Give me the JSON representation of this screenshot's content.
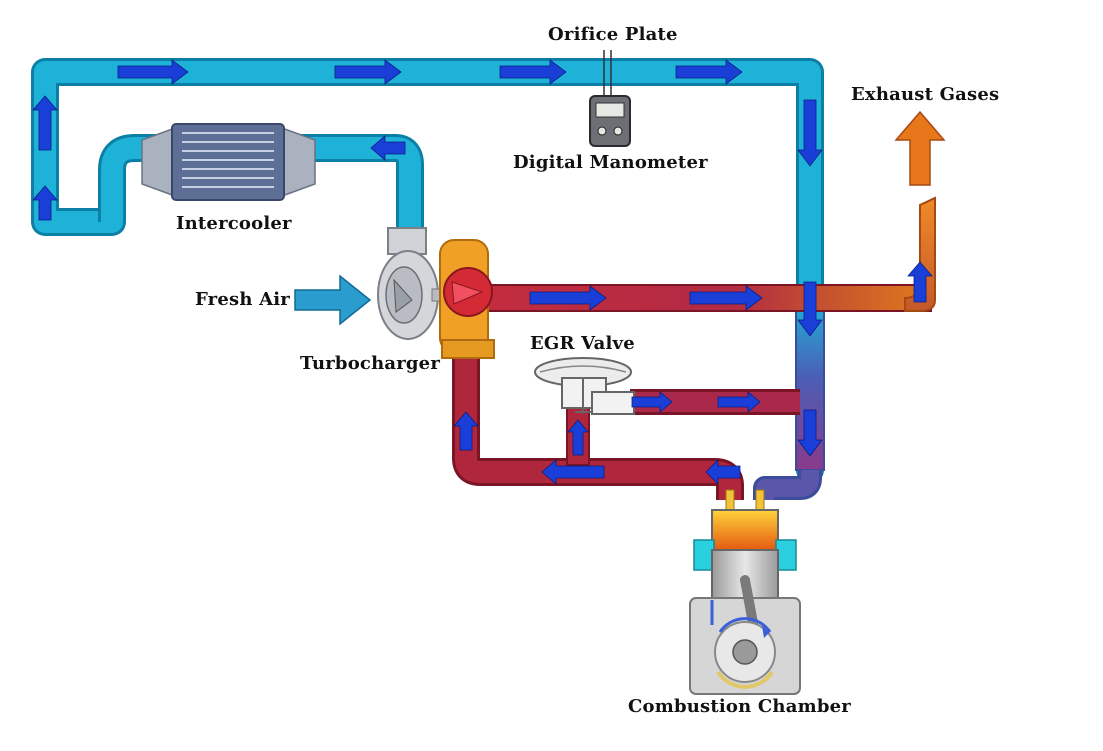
{
  "labels": {
    "orifice_plate": "Orifice Plate",
    "digital_manometer": "Digital Manometer",
    "exhaust_gases": "Exhaust Gases",
    "intercooler": "Intercooler",
    "fresh_air": "Fresh Air",
    "turbocharger": "Turbocharger",
    "egr_valve": "EGR Valve",
    "combustion_chamber": "Combustion Chamber"
  },
  "colors": {
    "intake_pipe": "#1fb2d8",
    "intake_pipe_edge": "#0c7fa6",
    "egr_pipe": "#b0263d",
    "egr_pipe_edge": "#7a1526",
    "exhaust_pipe": "#e07a1e",
    "flow_arrow": "#1a3fd8",
    "exhaust_arrow": "#e8761a"
  }
}
